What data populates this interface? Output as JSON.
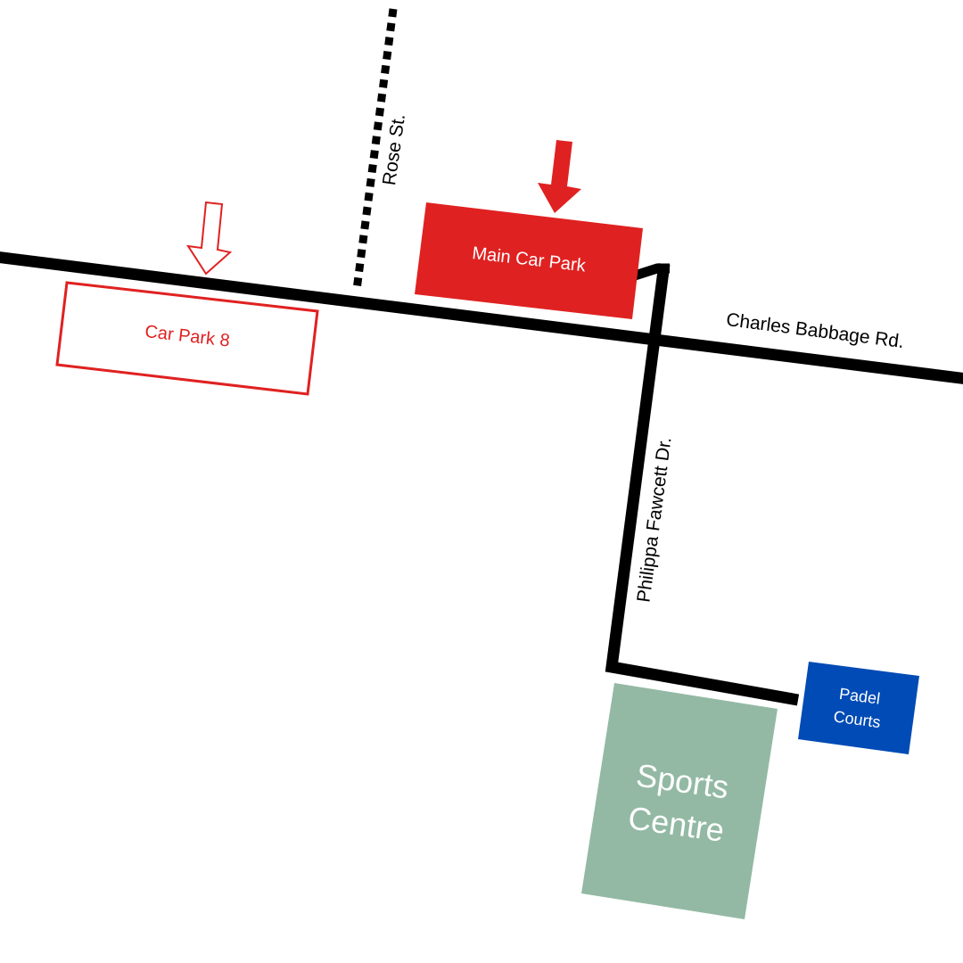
{
  "roads": {
    "charles_babbage": {
      "label": "Charles Babbage Rd."
    },
    "rose": {
      "label": "Rose St."
    },
    "philippa_fawcett": {
      "label": "Philippa Fawcett Dr."
    }
  },
  "places": {
    "main_car_park": {
      "label": "Main Car Park",
      "color": "#e02121"
    },
    "car_park_8": {
      "label": "Car Park 8",
      "color": "#e02121"
    },
    "sports_centre": {
      "line1": "Sports",
      "line2": "Centre",
      "color": "#93b9a4"
    },
    "padel_courts": {
      "line1": "Padel",
      "line2": "Courts",
      "color": "#004bb5"
    }
  },
  "colors": {
    "road": "#000000",
    "arrow": "#e02121",
    "background": "#ffffff"
  }
}
